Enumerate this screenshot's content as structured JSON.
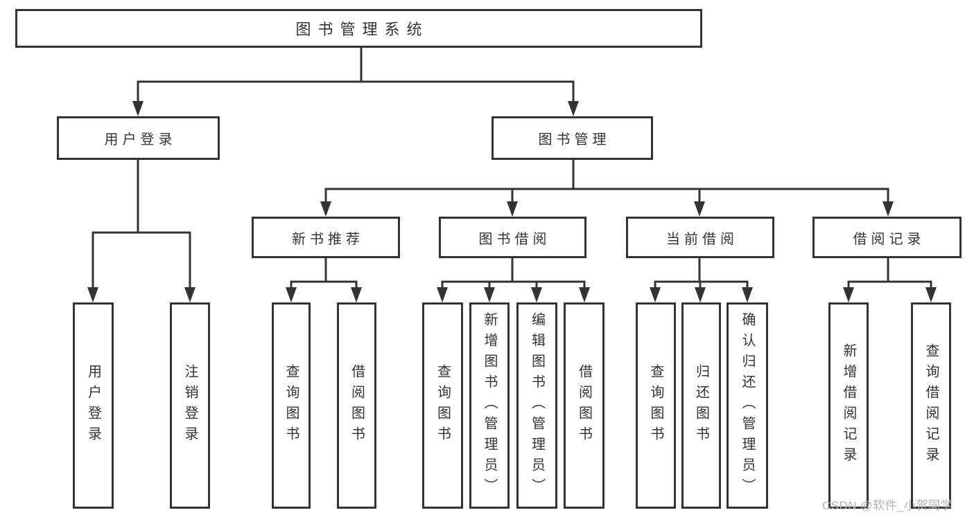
{
  "title": {
    "label": "图书管理系统"
  },
  "level2": {
    "user_login": "用户登录",
    "book_mgmt": "图书管理"
  },
  "level3": {
    "new_book_rec": "新书推荐",
    "book_borrow": "图书借阅",
    "current_borrow": "当前借阅",
    "borrow_records": "借阅记录"
  },
  "leaves": {
    "user_login": "用户登录",
    "logout": "注销登录",
    "rec_query_book": "查询图书",
    "rec_borrow_book": "借阅图书",
    "bb_query_book": "查询图书",
    "bb_add_book": "新增图书（管理员）",
    "bb_edit_book": "编辑图书（管理员）",
    "bb_borrow_book": "借阅图书",
    "cur_query_book": "查询图书",
    "cur_return_book": "归还图书",
    "cur_confirm_return": "确认归还（管理员）",
    "rec2_add_record": "新增借阅记录",
    "rec2_query_record": "查询借阅记录"
  },
  "watermark": "CSDN @软件_小贺同学",
  "colors": {
    "line": "#333333",
    "box_border": "#333333",
    "text": "#333333",
    "watermark": "#b3b3b3",
    "background": "#ffffff"
  }
}
